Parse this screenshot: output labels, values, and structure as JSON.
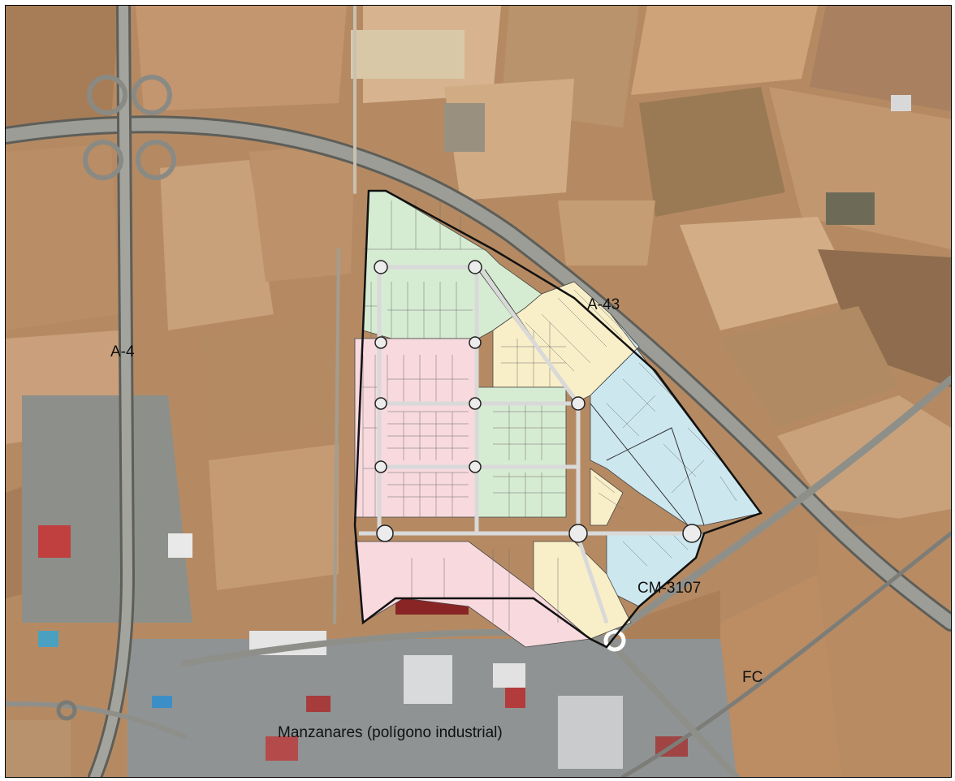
{
  "map": {
    "labels": {
      "a4": "A-4",
      "a43": "A-43",
      "cm3107": "CM-3107",
      "fc": "FC",
      "town": "Manzanares (polígono industrial)"
    },
    "colors": {
      "terrain": "#b58a63",
      "field_light": "#cfa27a",
      "field_dark": "#8f6a4a",
      "field_olive": "#9b8663",
      "road": "#9d9d97",
      "road_edge": "#5e5e59",
      "industrial": "#8a8f92",
      "plan_outline": "#111111",
      "zone_green": "#d6ecd2",
      "zone_yellow": "#f8efc8",
      "zone_pink": "#f7d9de",
      "zone_blue": "#cde7ef",
      "internal_road": "#d9d9d9"
    }
  }
}
